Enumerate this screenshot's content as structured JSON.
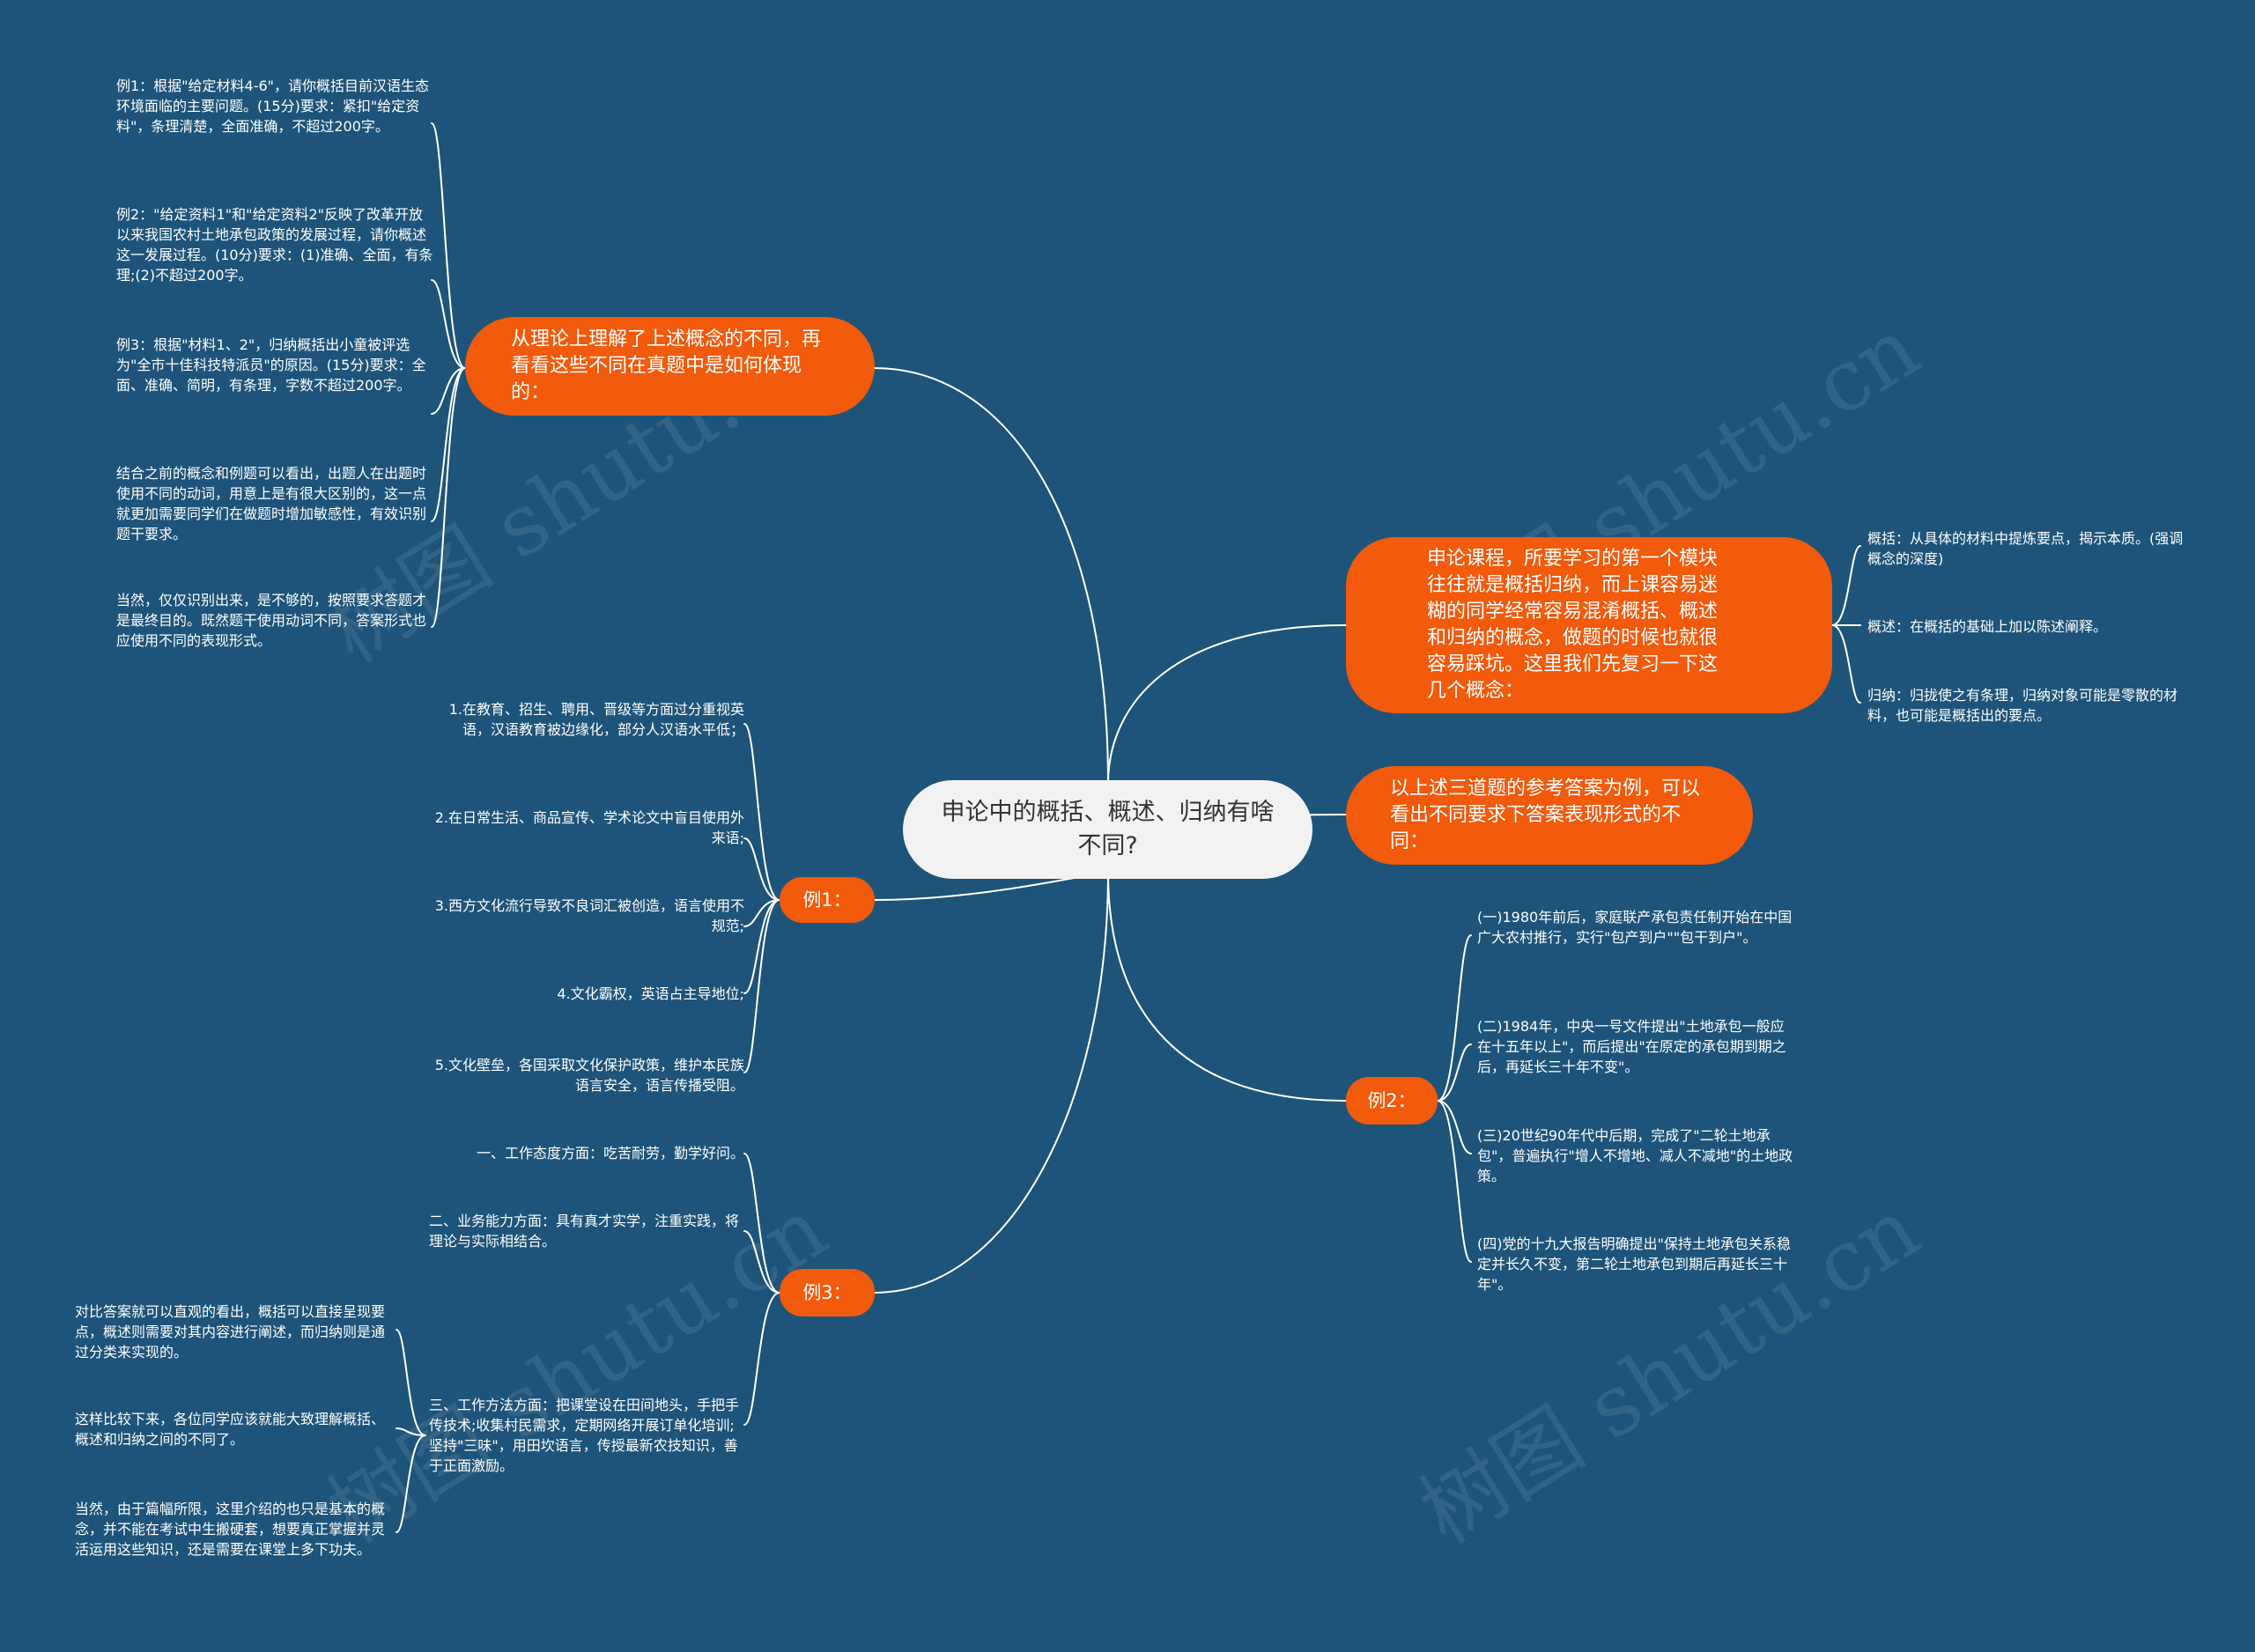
{
  "root": "申论中的概括、概述、归纳有啥不同?",
  "branch_theory": "从理论上理解了上述概念的不同，再看看这些不同在真题中是如何体现的：",
  "branch_concepts": "申论课程，所要学习的第一个模块往往就是概括归纳，而上课容易迷糊的同学经常容易混淆概括、概述和归纳的概念，做题的时候也就很容易踩坑。这里我们先复习一下这几个概念：",
  "branch_answers": "以上述三道题的参考答案为例，可以看出不同要求下答案表现形式的不同：",
  "ex1_label": "例1：",
  "ex2_label": "例2：",
  "ex3_label": "例3：",
  "theory_items": [
    "例1：根据\"给定材料4-6\"，请你概括目前汉语生态环境面临的主要问题。(15分)要求：紧扣\"给定资料\"，条理清楚，全面准确，不超过200字。",
    "例2：\"给定资料1\"和\"给定资料2\"反映了改革开放以来我国农村土地承包政策的发展过程，请你概述这一发展过程。(10分)要求：(1)准确、全面，有条理;(2)不超过200字。",
    "例3：根据\"材料1、2\"，归纳概括出小童被评选为\"全市十佳科技特派员\"的原因。(15分)要求：全面、准确、简明，有条理，字数不超过200字。",
    "结合之前的概念和例题可以看出，出题人在出题时使用不同的动词，用意上是有很大区别的，这一点就更加需要同学们在做题时增加敏感性，有效识别题干要求。",
    "当然，仅仅识别出来，是不够的，按照要求答题才是最终目的。既然题干使用动词不同，答案形式也应使用不同的表现形式。"
  ],
  "concept_items": [
    "概括：从具体的材料中提炼要点，揭示本质。(强调概念的深度)",
    "概述：在概括的基础上加以陈述阐释。",
    "归纳：归拢使之有条理，归纳对象可能是零散的材料，也可能是概括出的要点。"
  ],
  "ex1_items": [
    "1.在教育、招生、聘用、晋级等方面过分重视英语，汉语教育被边缘化，部分人汉语水平低；",
    "2.在日常生活、商品宣传、学术论文中盲目使用外来语;",
    "3.西方文化流行导致不良词汇被创造，语言使用不规范;",
    "4.文化霸权，英语占主导地位;",
    "5.文化壁垒，各国采取文化保护政策，维护本民族语言安全，语言传播受阻。"
  ],
  "ex2_items": [
    "(一)1980年前后，家庭联产承包责任制开始在中国广大农村推行，实行\"包产到户\"\"包干到户\"。",
    "(二)1984年，中央一号文件提出\"土地承包一般应在十五年以上\"，而后提出\"在原定的承包期到期之后，再延长三十年不变\"。",
    "(三)20世纪90年代中后期，完成了\"二轮土地承包\"，普遍执行\"增人不增地、减人不减地\"的土地政策。",
    "(四)党的十九大报告明确提出\"保持土地承包关系稳定并长久不变，第二轮土地承包到期后再延长三十年\"。"
  ],
  "ex3_items": [
    "一、工作态度方面：吃苦耐劳，勤学好问。",
    "二、业务能力方面：具有真才实学，注重实践，将理论与实际相结合。",
    "三、工作方法方面：把课堂设在田间地头，手把手传技术;收集村民需求，定期网络开展订单化培训;坚持\"三味\"，用田坎语言，传授最新农技知识，善于正面激励。"
  ],
  "method_items": [
    "对比答案就可以直观的看出，概括可以直接呈现要点，概述则需要对其内容进行阐述，而归纳则是通过分类来实现的。",
    "这样比较下来，各位同学应该就能大致理解概括、概述和归纳之间的不同了。",
    "当然，由于篇幅所限，这里介绍的也只是基本的概念，并不能在考试中生搬硬套，想要真正掌握并灵活运用这些知识，还是需要在课堂上多下功夫。"
  ],
  "watermark": "树图 shutu.cn",
  "colors": {
    "background": "#1e5479",
    "branch": "#f25a0c",
    "root": "#f2f2f2",
    "line": "#ffffff"
  }
}
